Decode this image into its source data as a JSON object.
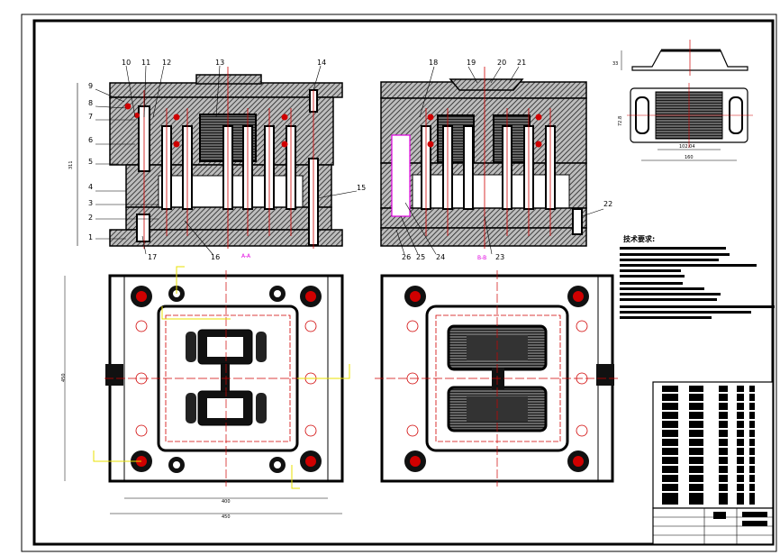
{
  "drawing": {
    "part_numbers_left": [
      "1",
      "2",
      "3",
      "4",
      "5",
      "6",
      "7",
      "8",
      "9",
      "10",
      "11",
      "12",
      "13",
      "14",
      "15",
      "16",
      "17"
    ],
    "part_numbers_right": [
      "18",
      "19",
      "20",
      "21",
      "22",
      "23",
      "24",
      "25",
      "26"
    ],
    "tech_heading": "技术要求:",
    "dim_plate_width": "400",
    "dim_overall_width": "450",
    "dim_height": "450",
    "dim_section_height": "311",
    "dim_part_width": "160",
    "dim_part_inner": "102.04",
    "dim_part_small": "72.8",
    "dim_part_depth": "33",
    "view_label_a": "A-A",
    "view_label_b": "B-B"
  },
  "colors": {
    "line": "#000000",
    "hatch": "#333333",
    "red": "#d00000",
    "magenta": "#e000e0",
    "yellow": "#e8e000",
    "paper": "#ffffff"
  }
}
